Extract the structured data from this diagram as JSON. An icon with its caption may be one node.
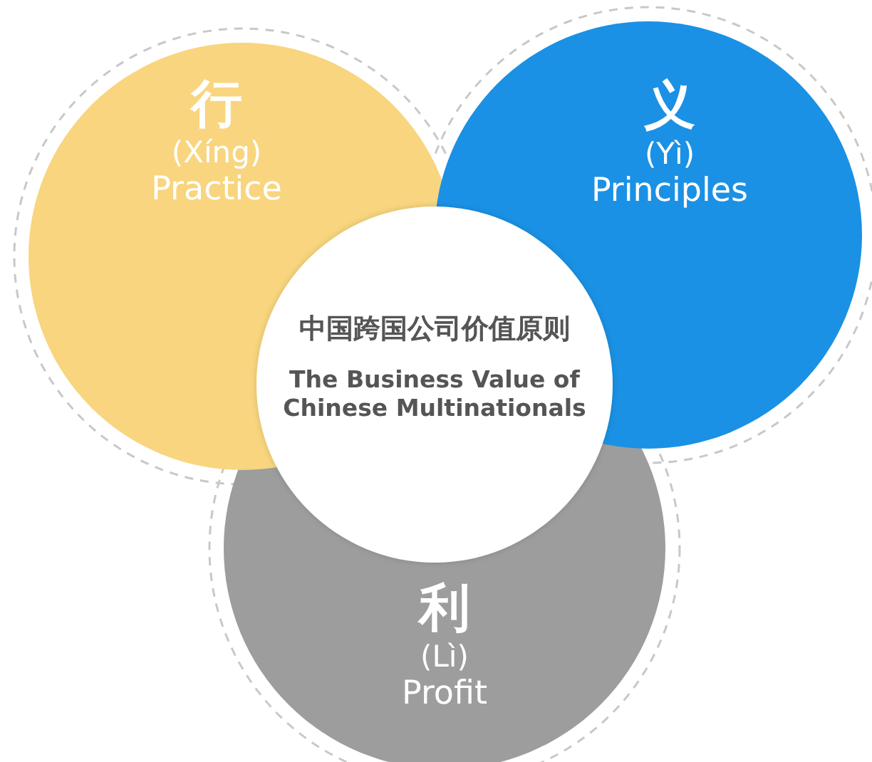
{
  "diagram": {
    "nodes": [
      {
        "text": [
          "行",
          "(Xíng)",
          "Practice"
        ]
      },
      {
        "text": [
          "义",
          "(Yì)",
          "Principles"
        ]
      },
      {
        "text": [
          "利",
          "(Lì)",
          "Profit"
        ]
      },
      {
        "text": [
          "中国跨国公司价值原则",
          "The Business Value of Chinese Multinationals"
        ]
      }
    ],
    "edges": []
  }
}
